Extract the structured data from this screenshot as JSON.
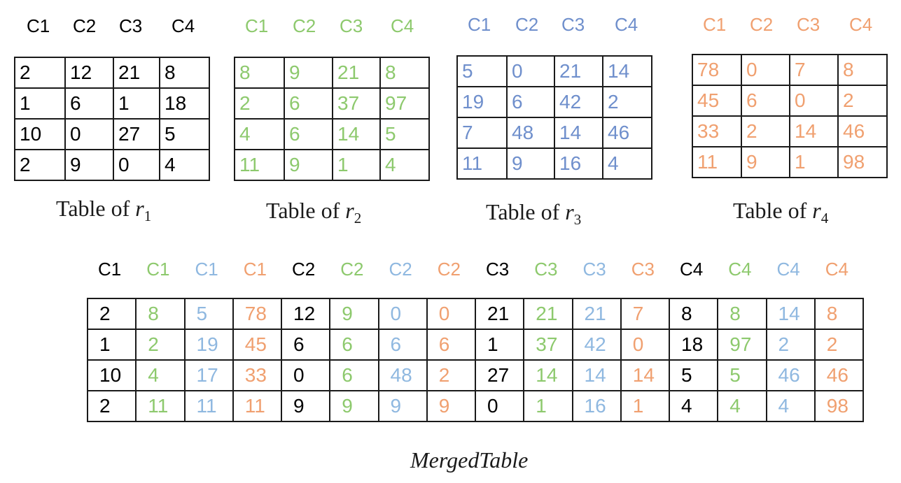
{
  "colors": {
    "r1": "#000000",
    "r2": "#8dc96d",
    "r3": "#6f8fcc",
    "r4": "#f0a070",
    "merged_c3": "#8fb8e0"
  },
  "tables": [
    {
      "id": "r1",
      "headers": [
        "C1",
        "C2",
        "C3",
        "C4"
      ],
      "rows": [
        [
          "2",
          "12",
          "21",
          "8"
        ],
        [
          "1",
          "6",
          "1",
          "18"
        ],
        [
          "10",
          "0",
          "27",
          "5"
        ],
        [
          "2",
          "9",
          "0",
          "4"
        ]
      ],
      "caption_text": "Table of",
      "caption_var": "r",
      "caption_sub": "1"
    },
    {
      "id": "r2",
      "headers": [
        "C1",
        "C2",
        "C3",
        "C4"
      ],
      "rows": [
        [
          "8",
          "9",
          "21",
          "8"
        ],
        [
          "2",
          "6",
          "37",
          "97"
        ],
        [
          "4",
          "6",
          "14",
          "5"
        ],
        [
          "11",
          "9",
          "1",
          "4"
        ]
      ],
      "caption_text": "Table of",
      "caption_var": "r",
      "caption_sub": "2"
    },
    {
      "id": "r3",
      "headers": [
        "C1",
        "C2",
        "C3",
        "C4"
      ],
      "rows": [
        [
          "5",
          "0",
          "21",
          "14"
        ],
        [
          "19",
          "6",
          "42",
          "2"
        ],
        [
          "7",
          "48",
          "14",
          "46"
        ],
        [
          "11",
          "9",
          "16",
          "4"
        ]
      ],
      "caption_text": "Table of",
      "caption_var": "r",
      "caption_sub": "3"
    },
    {
      "id": "r4",
      "headers": [
        "C1",
        "C2",
        "C3",
        "C4"
      ],
      "rows": [
        [
          "78",
          "0",
          "7",
          "8"
        ],
        [
          "45",
          "6",
          "0",
          "2"
        ],
        [
          "33",
          "2",
          "14",
          "46"
        ],
        [
          "11",
          "9",
          "1",
          "98"
        ]
      ],
      "caption_text": "Table of",
      "caption_var": "r",
      "caption_sub": "4"
    }
  ],
  "merged": {
    "headers": [
      "C1",
      "C1",
      "C1",
      "C1",
      "C2",
      "C2",
      "C2",
      "C2",
      "C3",
      "C3",
      "C3",
      "C3",
      "C4",
      "C4",
      "C4",
      "C4"
    ],
    "rows": [
      [
        "2",
        "8",
        "5",
        "78",
        "12",
        "9",
        "0",
        "0",
        "21",
        "21",
        "21",
        "7",
        "8",
        "8",
        "14",
        "8"
      ],
      [
        "1",
        "2",
        "19",
        "45",
        "6",
        "6",
        "6",
        "6",
        "1",
        "37",
        "42",
        "0",
        "18",
        "97",
        "2",
        "2"
      ],
      [
        "10",
        "4",
        "17",
        "33",
        "0",
        "6",
        "48",
        "2",
        "27",
        "14",
        "14",
        "14",
        "5",
        "5",
        "46",
        "46"
      ],
      [
        "2",
        "11",
        "11",
        "11",
        "9",
        "9",
        "9",
        "9",
        "0",
        "1",
        "16",
        "1",
        "4",
        "4",
        "4",
        "98"
      ]
    ],
    "caption": "MergedTable"
  }
}
